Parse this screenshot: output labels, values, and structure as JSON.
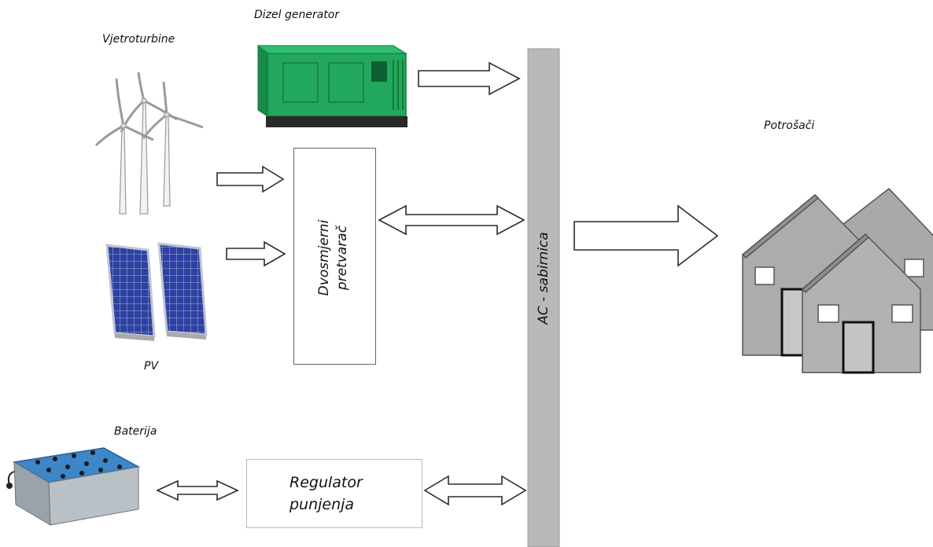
{
  "labels": {
    "wind": "Vjetroturbine",
    "diesel": "Dizel generator",
    "pv": "PV",
    "battery": "Baterija",
    "consumers": "Potrošači",
    "bus": "AC - sabirnica",
    "converter_line1": "Dvosmjerni",
    "converter_line2": "pretvarač",
    "regulator_line1": "Regulator",
    "regulator_line2": "punjenja"
  },
  "colors": {
    "bus": "#b9b9b9",
    "panel": "#2c3f9a",
    "generator": "#1fa85a",
    "house": "#a8a8a8",
    "battery": "#3d86c8"
  },
  "icons": [
    "wind-turbines-icon",
    "diesel-generator-icon",
    "solar-panels-icon",
    "battery-bank-icon",
    "houses-icon"
  ]
}
